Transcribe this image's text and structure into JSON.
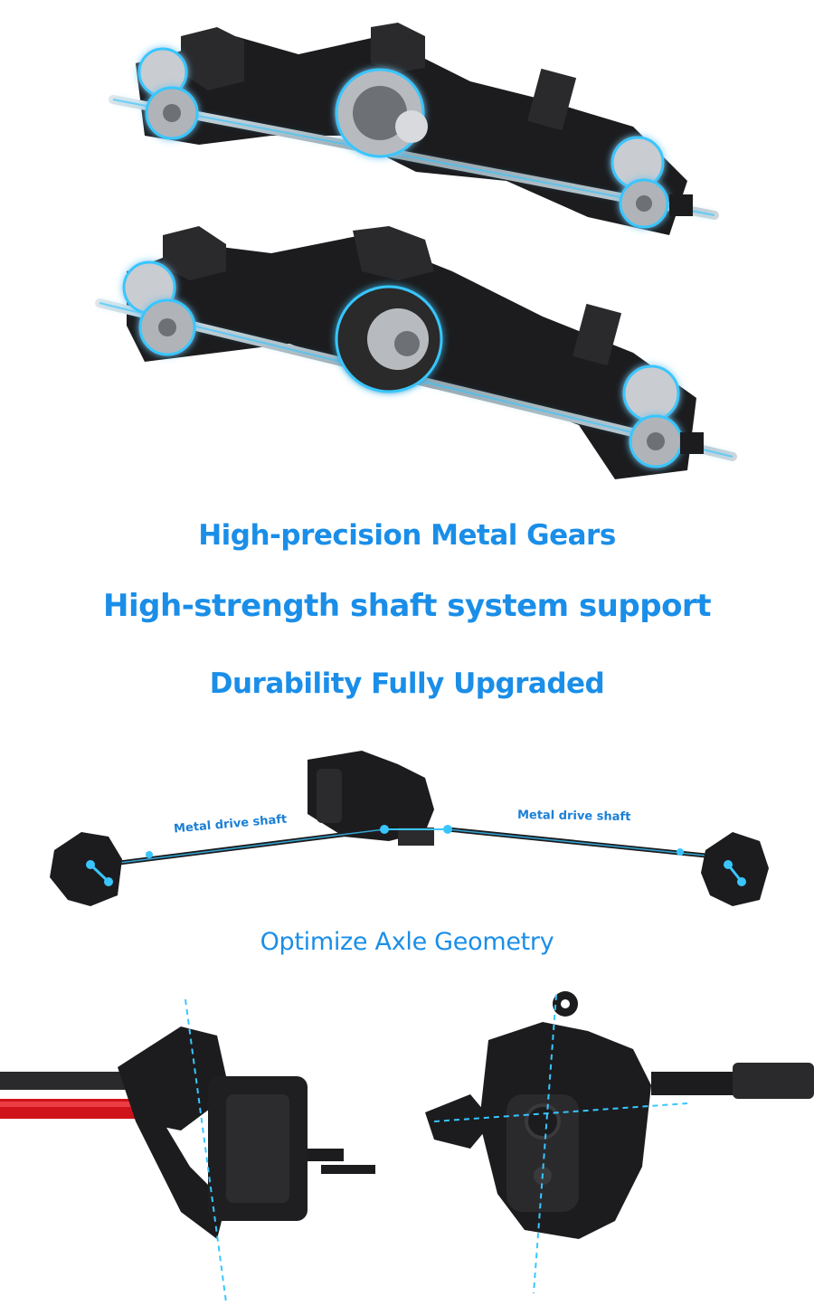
{
  "headlines": {
    "line1": "High-precision Metal Gears",
    "line2": "High-strength shaft system support",
    "line3": "Durability Fully Upgraded"
  },
  "drivetrain": {
    "left_label": "Metal drive shaft",
    "right_label": "Metal drive shaft"
  },
  "geometry": {
    "title": "Optimize Axle Geometry"
  },
  "colors": {
    "accent": "#1a8ee8",
    "glow": "#39c6ff",
    "housing": "#1c1c1e",
    "metal": "#b9bcc0",
    "red_shaft": "#d0121b"
  },
  "icons": [
    "axle-assembly-illustration",
    "drivetrain-illustration",
    "steering-knuckle-illustration"
  ]
}
